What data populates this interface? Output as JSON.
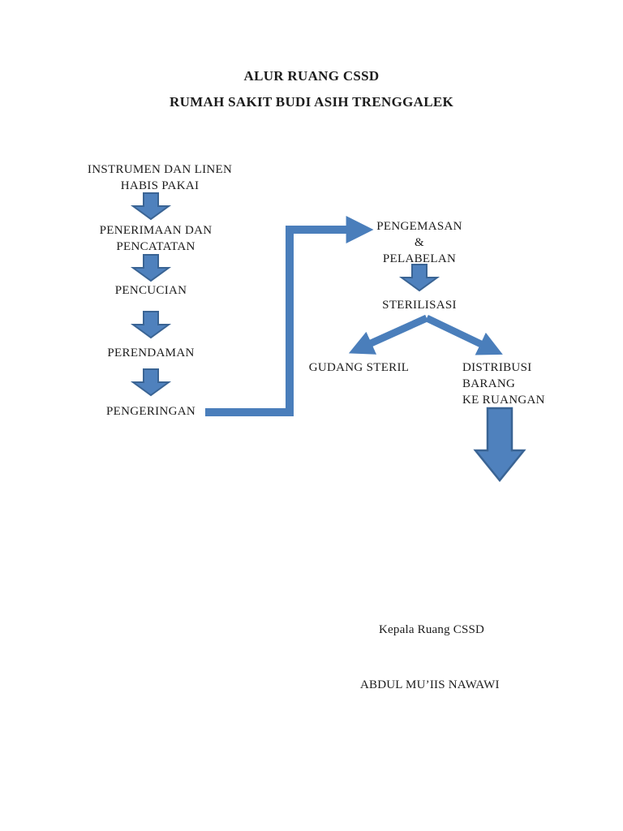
{
  "document": {
    "title_line1": "ALUR RUANG CSSD",
    "title_line2": "RUMAH SAKIT BUDI ASIH TRENGGALEK"
  },
  "flow": {
    "instrumen": "INSTRUMEN DAN LINEN\nHABIS PAKAI",
    "penerimaan": "PENERIMAAN DAN\nPENCATATAN",
    "pencucian": "PENCUCIAN",
    "perendaman": "PERENDAMAN",
    "pengeringan": "PENGERINGAN",
    "pengemasan": "PENGEMASAN\n&\nPELABELAN",
    "sterilisasi": "STERILISASI",
    "gudang_steril": "GUDANG STERIL",
    "distribusi": "DISTRIBUSI\nBARANG\nKE RUANGAN"
  },
  "signature": {
    "role": "Kepala Ruang CSSD",
    "name": "ABDUL MU’IIS NAWAWI"
  },
  "colors": {
    "arrow_fill": "#4f81bd",
    "arrow_border": "#3a6494",
    "connector": "#4a7ebb"
  }
}
